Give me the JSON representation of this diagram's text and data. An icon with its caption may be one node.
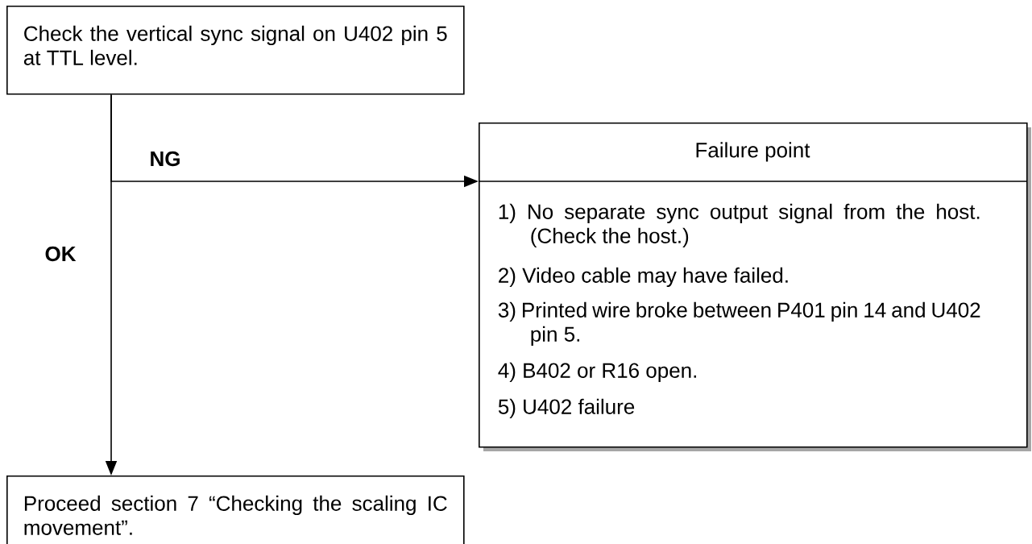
{
  "diagram": {
    "nodes": [
      {
        "text": [
          "Check the vertical sync signal on U402 pin 5 at TTL level."
        ]
      },
      {
        "text": [
          "Failure point",
          "1) No separate sync output signal from the host. (Check the host.)",
          "2) Video cable may have failed.",
          "3) Printed wire broke between P401 pin 14 and U402 pin 5.",
          "4) B402 or R16 open.",
          "5) U402 failure"
        ]
      },
      {
        "text": [
          "Proceed section 7 “Checking the scaling IC movement”."
        ]
      }
    ],
    "edges": [
      {
        "from": 0,
        "to": 1,
        "arrow": "to",
        "label": "NG"
      },
      {
        "from": 0,
        "to": 2,
        "arrow": "to",
        "label": "OK"
      }
    ]
  }
}
